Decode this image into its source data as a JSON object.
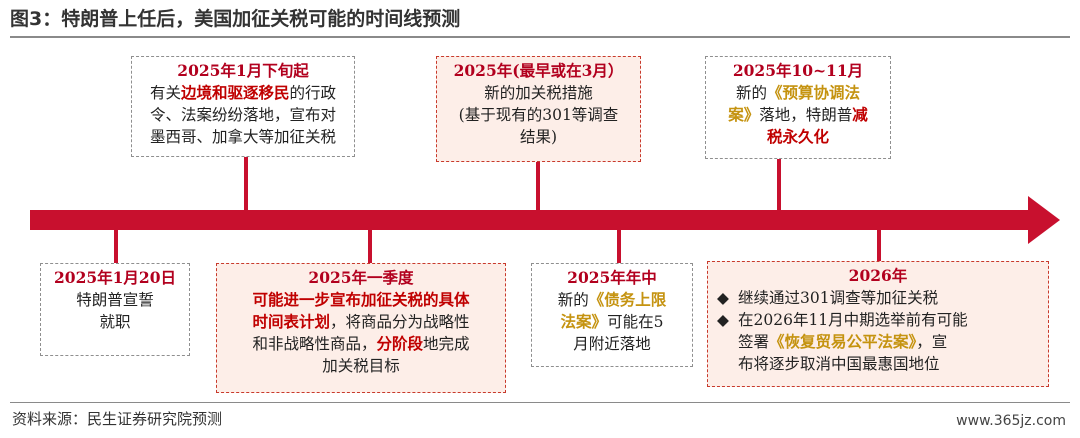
{
  "header": {
    "title": "图3：特朗普上任后，美国加征关税可能的时间线预测"
  },
  "events_top": [
    {
      "date": "2025年1月下旬起",
      "lines": [
        [
          {
            "t": "有关",
            "s": "n"
          },
          {
            "t": "边境和驱逐移民",
            "s": "red"
          },
          {
            "t": "的行政",
            "s": "n"
          }
        ],
        [
          {
            "t": "令、法案纷纷落地，宣布对",
            "s": "n"
          }
        ],
        [
          {
            "t": "墨西哥、加拿大等加征关税",
            "s": "n"
          }
        ]
      ]
    },
    {
      "date": "2025年(最早或在3月）",
      "lines": [
        [
          {
            "t": "新的加关税措施",
            "s": "n"
          }
        ],
        [
          {
            "t": "(基于现有的301等调查",
            "s": "n"
          }
        ],
        [
          {
            "t": "结果)",
            "s": "n"
          }
        ]
      ]
    },
    {
      "date": "2025年10~11月",
      "lines": [
        [
          {
            "t": "新的",
            "s": "n"
          },
          {
            "t": "《预算协调法",
            "s": "gold"
          }
        ],
        [
          {
            "t": "案》",
            "s": "gold"
          },
          {
            "t": "落地，特朗普",
            "s": "n"
          },
          {
            "t": "减",
            "s": "red"
          }
        ],
        [
          {
            "t": "税永久化",
            "s": "red"
          }
        ]
      ]
    }
  ],
  "events_bottom": [
    {
      "date": "2025年1月20日",
      "lines": [
        [
          {
            "t": "特朗普宣誓",
            "s": "n"
          }
        ],
        [
          {
            "t": "就职",
            "s": "n"
          }
        ]
      ]
    },
    {
      "date": "2025年一季度",
      "lines": [
        [
          {
            "t": "可能进一步宣布加征关税的具体",
            "s": "red"
          }
        ],
        [
          {
            "t": "时间表计划",
            "s": "red"
          },
          {
            "t": "，将商品分为战略性",
            "s": "n"
          }
        ],
        [
          {
            "t": "和非战略性商品，",
            "s": "n"
          },
          {
            "t": "分阶段",
            "s": "red"
          },
          {
            "t": "地完成",
            "s": "n"
          }
        ],
        [
          {
            "t": "加关税目标",
            "s": "n"
          }
        ]
      ]
    },
    {
      "date": "2025年年中",
      "lines": [
        [
          {
            "t": "新的",
            "s": "n"
          },
          {
            "t": "《债务上限",
            "s": "gold"
          }
        ],
        [
          {
            "t": "法案》",
            "s": "gold"
          },
          {
            "t": "可能在5",
            "s": "n"
          }
        ],
        [
          {
            "t": "月附近落地",
            "s": "n"
          }
        ]
      ]
    },
    {
      "date": "2026年",
      "bullets": [
        {
          "bullet": "◆",
          "lines": [
            [
              {
                "t": "继续通过301调查等加征关税",
                "s": "n"
              }
            ]
          ]
        },
        {
          "bullet": "◆",
          "lines": [
            [
              {
                "t": "在2026年11月中期选举前有可能",
                "s": "n"
              }
            ],
            [
              {
                "t": "签署",
                "s": "n"
              },
              {
                "t": "《恢复贸易公平法案》",
                "s": "gold"
              },
              {
                "t": "，宣",
                "s": "n"
              }
            ],
            [
              {
                "t": "布将逐步取消中国最惠国地位",
                "s": "n"
              }
            ]
          ]
        }
      ]
    }
  ],
  "footer": {
    "source": "资料来源：民生证券研究院预测",
    "watermark": "www.365jz.com"
  },
  "colors": {
    "timeline": "#c8102e",
    "date_text": "#b2001e",
    "emphasis_red": "#c00000",
    "emphasis_gold": "#c59310",
    "highlight_fill": "#fdeee8",
    "highlight_border": "#c83a2c"
  }
}
